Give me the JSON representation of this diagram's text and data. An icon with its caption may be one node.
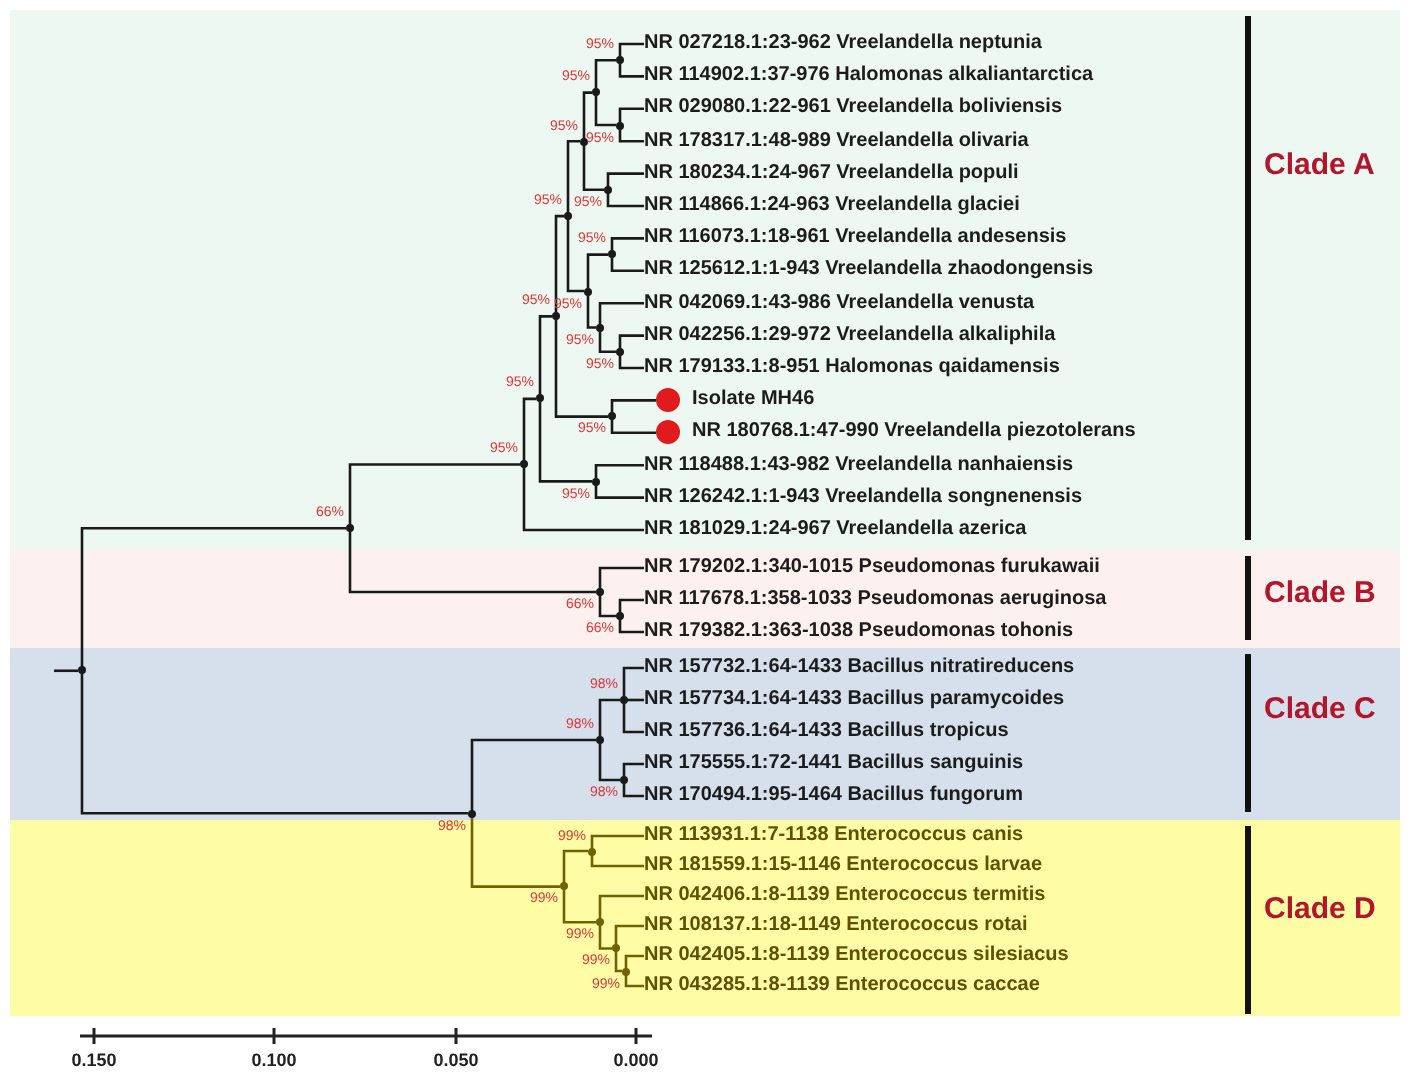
{
  "diagram": {
    "nodes": [
      {
        "text": [
          "Clade A"
        ]
      },
      {
        "text": [
          "NR 027218.1:23-962 Vreelandella neptunia"
        ],
        "in": 0
      },
      {
        "text": [
          "NR 114902.1:37-976 Halomonas alkaliantarctica"
        ],
        "in": 0
      },
      {
        "text": [
          "NR 029080.1:22-961 Vreelandella boliviensis"
        ],
        "in": 0
      },
      {
        "text": [
          "NR 178317.1:48-989 Vreelandella olivaria"
        ],
        "in": 0
      },
      {
        "text": [
          "NR 180234.1:24-967 Vreelandella populi"
        ],
        "in": 0
      },
      {
        "text": [
          "NR 114866.1:24-963 Vreelandella glaciei"
        ],
        "in": 0
      },
      {
        "text": [
          "NR 116073.1:18-961 Vreelandella andesensis"
        ],
        "in": 0
      },
      {
        "text": [
          "NR 125612.1:1-943 Vreelandella zhaodongensis"
        ],
        "in": 0
      },
      {
        "text": [
          "NR 042069.1:43-986 Vreelandella venusta"
        ],
        "in": 0
      },
      {
        "text": [
          "NR 042256.1:29-972 Vreelandella alkaliphila"
        ],
        "in": 0
      },
      {
        "text": [
          "NR 179133.1:8-951 Halomonas qaidamensis"
        ],
        "in": 0
      },
      {
        "text": [],
        "shape": "circle",
        "in": 0,
        "beside": [
          "Isolate MH46"
        ]
      },
      {
        "text": [],
        "shape": "circle",
        "in": 0,
        "beside": [
          "NR 180768.1:47-990 Vreelandella piezotolerans"
        ]
      },
      {
        "text": [
          "NR 118488.1:43-982 Vreelandella nanhaiensis"
        ],
        "in": 0
      },
      {
        "text": [
          "NR 126242.1:1-943 Vreelandella songnenensis"
        ],
        "in": 0
      },
      {
        "text": [
          "NR 181029.1:24-967 Vreelandella azerica"
        ],
        "in": 0
      },
      {
        "text": [
          "Clade B"
        ]
      },
      {
        "text": [
          "NR 179202.1:340-1015 Pseudomonas furukawaii"
        ],
        "in": 17
      },
      {
        "text": [
          "NR 117678.1:358-1033 Pseudomonas aeruginosa"
        ],
        "in": 17
      },
      {
        "text": [
          "NR 179382.1:363-1038 Pseudomonas tohonis"
        ],
        "in": 17
      },
      {
        "text": [
          "Clade C"
        ]
      },
      {
        "text": [
          "NR 157732.1:64-1433 Bacillus nitratireducens"
        ],
        "in": 21
      },
      {
        "text": [
          "NR 157734.1:64-1433 Bacillus paramycoides"
        ],
        "in": 21
      },
      {
        "text": [
          "NR 157736.1:64-1433 Bacillus tropicus"
        ],
        "in": 21
      },
      {
        "text": [
          "NR 175555.1:72-1441 Bacillus sanguinis"
        ],
        "in": 21
      },
      {
        "text": [
          "NR 170494.1:95-1464 Bacillus fungorum"
        ],
        "in": 21
      },
      {
        "text": [
          "Clade D"
        ]
      },
      {
        "text": [
          "NR 113931.1:7-1138 Enterococcus canis"
        ],
        "in": 27
      },
      {
        "text": [
          "NR 181559.1:15-1146 Enterococcus larvae"
        ],
        "in": 27
      },
      {
        "text": [
          "NR 042406.1:8-1139 Enterococcus termitis"
        ],
        "in": 27
      },
      {
        "text": [
          "NR 108137.1:18-1149 Enterococcus rotai"
        ],
        "in": 27
      },
      {
        "text": [
          "NR 042405.1:8-1139 Enterococcus silesiacus"
        ],
        "in": 27
      },
      {
        "text": [
          "NR 043285.1:8-1139 Enterococcus caccae"
        ],
        "in": 27
      },
      {
        "text": [],
        "shape": "dot",
        "in": 21
      },
      {
        "text": [],
        "shape": "dot",
        "in": 0,
        "beside": [
          "66%"
        ]
      },
      {
        "text": [],
        "shape": "dot",
        "in": 21,
        "beside": [
          "98%"
        ]
      },
      {
        "text": [],
        "shape": "dot",
        "in": 0,
        "beside": [
          "95%"
        ]
      },
      {
        "text": [],
        "shape": "dot",
        "in": 0,
        "beside": [
          "95%"
        ]
      },
      {
        "text": [],
        "shape": "dot",
        "in": 0,
        "beside": [
          "95%"
        ]
      },
      {
        "text": [],
        "shape": "dot",
        "in": 0,
        "beside": [
          "95%"
        ]
      },
      {
        "text": [],
        "shape": "dot",
        "in": 0,
        "beside": [
          "95%"
        ]
      },
      {
        "text": [],
        "shape": "dot",
        "in": 0,
        "beside": [
          "95%"
        ]
      },
      {
        "text": [],
        "shape": "dot",
        "in": 0,
        "beside": [
          "95%"
        ]
      },
      {
        "text": [],
        "shape": "dot",
        "in": 0,
        "beside": [
          "95%"
        ]
      },
      {
        "text": [],
        "shape": "dot",
        "in": 0,
        "beside": [
          "95%"
        ]
      },
      {
        "text": [],
        "shape": "dot",
        "in": 0,
        "beside": [
          "95%"
        ]
      },
      {
        "text": [],
        "shape": "dot",
        "in": 0,
        "beside": [
          "95%"
        ]
      },
      {
        "text": [],
        "shape": "dot",
        "in": 0,
        "beside": [
          "95%"
        ]
      },
      {
        "text": [],
        "shape": "dot",
        "in": 0,
        "beside": [
          "95%"
        ]
      },
      {
        "text": [],
        "shape": "dot",
        "in": 0,
        "beside": [
          "95%"
        ]
      },
      {
        "text": [],
        "shape": "dot",
        "in": 0,
        "beside": [
          "95%"
        ]
      },
      {
        "text": [],
        "shape": "dot",
        "in": 17,
        "beside": [
          "66%"
        ]
      },
      {
        "text": [],
        "shape": "dot",
        "in": 17,
        "beside": [
          "66%"
        ]
      },
      {
        "text": [],
        "shape": "dot",
        "in": 21,
        "beside": [
          "98%"
        ]
      },
      {
        "text": [],
        "shape": "dot",
        "in": 21,
        "beside": [
          "98%"
        ]
      },
      {
        "text": [],
        "shape": "dot",
        "in": 21,
        "beside": [
          "98%"
        ]
      },
      {
        "text": [],
        "shape": "dot",
        "in": 27,
        "beside": [
          "99%"
        ]
      },
      {
        "text": [],
        "shape": "dot",
        "in": 27,
        "beside": [
          "99%"
        ]
      },
      {
        "text": [],
        "shape": "dot",
        "in": 27,
        "beside": [
          "99%"
        ]
      },
      {
        "text": [],
        "shape": "dot",
        "in": 27,
        "beside": [
          "99%"
        ]
      },
      {
        "text": [],
        "shape": "dot",
        "in": 27,
        "beside": [
          "99%"
        ]
      }
    ],
    "edges": [
      {
        "from": null,
        "to": 34,
        "arrow": "none"
      },
      {
        "from": 34,
        "to": 35,
        "arrow": "none"
      },
      {
        "from": 34,
        "to": 36,
        "arrow": "none"
      },
      {
        "from": 35,
        "to": 37,
        "arrow": "none"
      },
      {
        "from": 35,
        "to": 52,
        "arrow": "none"
      },
      {
        "from": 36,
        "to": 54,
        "arrow": "none"
      },
      {
        "from": 36,
        "to": 57,
        "arrow": "none",
        "color": "#6f6200"
      },
      {
        "from": 37,
        "to": 38,
        "arrow": "none"
      },
      {
        "from": 37,
        "to": 16,
        "arrow": "none"
      },
      {
        "from": 38,
        "to": 39,
        "arrow": "none"
      },
      {
        "from": 38,
        "to": 50,
        "arrow": "none"
      },
      {
        "from": 39,
        "to": 40,
        "arrow": "none"
      },
      {
        "from": 39,
        "to": 49,
        "arrow": "none"
      },
      {
        "from": 40,
        "to": 41,
        "arrow": "none"
      },
      {
        "from": 40,
        "to": 45,
        "arrow": "none"
      },
      {
        "from": 41,
        "to": 42,
        "arrow": "none"
      },
      {
        "from": 41,
        "to": 47,
        "arrow": "none"
      },
      {
        "from": 42,
        "to": 43,
        "arrow": "none"
      },
      {
        "from": 42,
        "to": 44,
        "arrow": "none"
      },
      {
        "from": 43,
        "to": 1,
        "arrow": "none"
      },
      {
        "from": 43,
        "to": 2,
        "arrow": "none"
      },
      {
        "from": 44,
        "to": 3,
        "arrow": "none"
      },
      {
        "from": 44,
        "to": 4,
        "arrow": "none"
      },
      {
        "from": 47,
        "to": 5,
        "arrow": "none"
      },
      {
        "from": 47,
        "to": 6,
        "arrow": "none"
      },
      {
        "from": 45,
        "to": 46,
        "arrow": "none"
      },
      {
        "from": 45,
        "to": 48,
        "arrow": "none"
      },
      {
        "from": 46,
        "to": 7,
        "arrow": "none"
      },
      {
        "from": 46,
        "to": 8,
        "arrow": "none"
      },
      {
        "from": 48,
        "to": 9,
        "arrow": "none"
      },
      {
        "from": 48,
        "to": 51,
        "arrow": "none"
      },
      {
        "from": 51,
        "to": 10,
        "arrow": "none"
      },
      {
        "from": 51,
        "to": 11,
        "arrow": "none"
      },
      {
        "from": 49,
        "to": 12,
        "arrow": "none"
      },
      {
        "from": 49,
        "to": 13,
        "arrow": "none"
      },
      {
        "from": 50,
        "to": 14,
        "arrow": "none"
      },
      {
        "from": 50,
        "to": 15,
        "arrow": "none"
      },
      {
        "from": 52,
        "to": 18,
        "arrow": "none"
      },
      {
        "from": 52,
        "to": 53,
        "arrow": "none"
      },
      {
        "from": 53,
        "to": 19,
        "arrow": "none"
      },
      {
        "from": 53,
        "to": 20,
        "arrow": "none"
      },
      {
        "from": 54,
        "to": 55,
        "arrow": "none"
      },
      {
        "from": 54,
        "to": 56,
        "arrow": "none"
      },
      {
        "from": 55,
        "to": 22,
        "arrow": "none"
      },
      {
        "from": 55,
        "to": 23,
        "arrow": "none"
      },
      {
        "from": 55,
        "to": 24,
        "arrow": "none"
      },
      {
        "from": 56,
        "to": 25,
        "arrow": "none"
      },
      {
        "from": 56,
        "to": 26,
        "arrow": "none"
      },
      {
        "from": 57,
        "to": 58,
        "arrow": "none",
        "color": "#6f6200"
      },
      {
        "from": 57,
        "to": 59,
        "arrow": "none",
        "color": "#6f6200"
      },
      {
        "from": 58,
        "to": 28,
        "arrow": "none",
        "color": "#6f6200"
      },
      {
        "from": 58,
        "to": 29,
        "arrow": "none",
        "color": "#6f6200"
      },
      {
        "from": 59,
        "to": 30,
        "arrow": "none",
        "color": "#6f6200"
      },
      {
        "from": 59,
        "to": 60,
        "arrow": "none",
        "color": "#6f6200"
      },
      {
        "from": 60,
        "to": 31,
        "arrow": "none",
        "color": "#6f6200"
      },
      {
        "from": 60,
        "to": 61,
        "arrow": "none",
        "color": "#6f6200"
      },
      {
        "from": 61,
        "to": 32,
        "arrow": "none",
        "color": "#6f6200"
      },
      {
        "from": 61,
        "to": 33,
        "arrow": "none",
        "color": "#6f6200"
      }
    ],
    "labels": [
      "0.150",
      "0.100",
      "0.050",
      "0.000"
    ]
  }
}
